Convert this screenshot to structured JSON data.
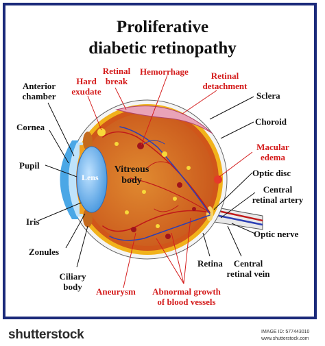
{
  "title": {
    "line1": "Proliferative",
    "line2": "diabetic retinopathy"
  },
  "labels": {
    "anterior_chamber": {
      "line1": "Anterior",
      "line2": "chamber"
    },
    "cornea": "Cornea",
    "pupil": "Pupil",
    "iris": "Iris",
    "zonules": "Zonules",
    "ciliary_body": {
      "line1": "Ciliary",
      "line2": "body"
    },
    "lens": "Lens",
    "vitreous_body": {
      "line1": "Vitreous",
      "line2": "body"
    },
    "hard_exudate": {
      "line1": "Hard",
      "line2": "exudate"
    },
    "retinal_break": {
      "line1": "Retinal",
      "line2": "break"
    },
    "hemorrhage": "Hemorrhage",
    "retinal_detachment": {
      "line1": "Retinal",
      "line2": "detachment"
    },
    "sclera": "Sclera",
    "choroid": "Choroid",
    "macular_edema": {
      "line1": "Macular",
      "line2": "edema"
    },
    "optic_disc": "Optic disc",
    "central_retinal_artery": {
      "line1": "Central",
      "line2": "retinal artery"
    },
    "optic_nerve": "Optic nerve",
    "central_retinal_vein": {
      "line1": "Central",
      "line2": "retinal vein"
    },
    "retina": "Retina",
    "aneurysm": "Aneurysm",
    "abnormal_growth": {
      "line1": "Abnormal growth",
      "line2": "of blood vessels"
    }
  },
  "footer": {
    "brand": "shutterstock",
    "image_id": "IMAGE ID: 577443010",
    "site": "www.shutterstock.com"
  },
  "colors": {
    "frame": "#1b2a7a",
    "sclera": "#f4f4f4",
    "choroid": "#f1b21b",
    "retina": "#d0561a",
    "vitreous": "#d77a28",
    "red_label": "#d41c1c",
    "vessel": "#c01a1a",
    "cornea": "#4aa7e6",
    "lens": "#6bb6ee"
  }
}
